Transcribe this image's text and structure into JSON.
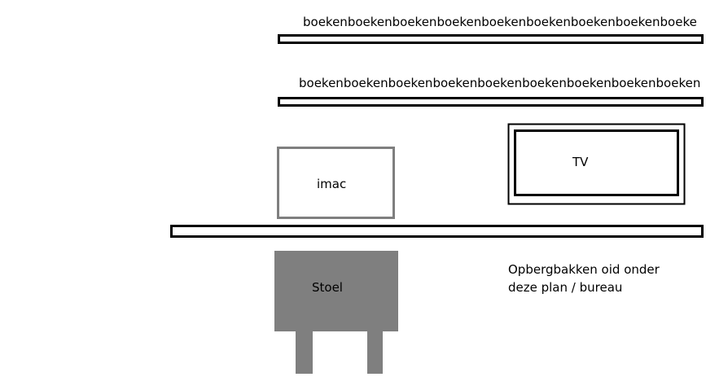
{
  "diagram": {
    "shelf_top_label": "boekenboekenboekenboekenboekenboekenboekenboekenboeke",
    "shelf_middle_label": "boekenboekenboekenboekenboekenboekenboekenboekenboeken",
    "imac_label": "imac",
    "tv_label": "TV",
    "chair_label": "Stoel",
    "storage_note": "Opbergbakken oid onder deze plan / bureau"
  },
  "colors": {
    "outline": "#000000",
    "imac_border": "#7f7f7f",
    "chair_fill": "#7f7f7f",
    "background": "#ffffff"
  }
}
